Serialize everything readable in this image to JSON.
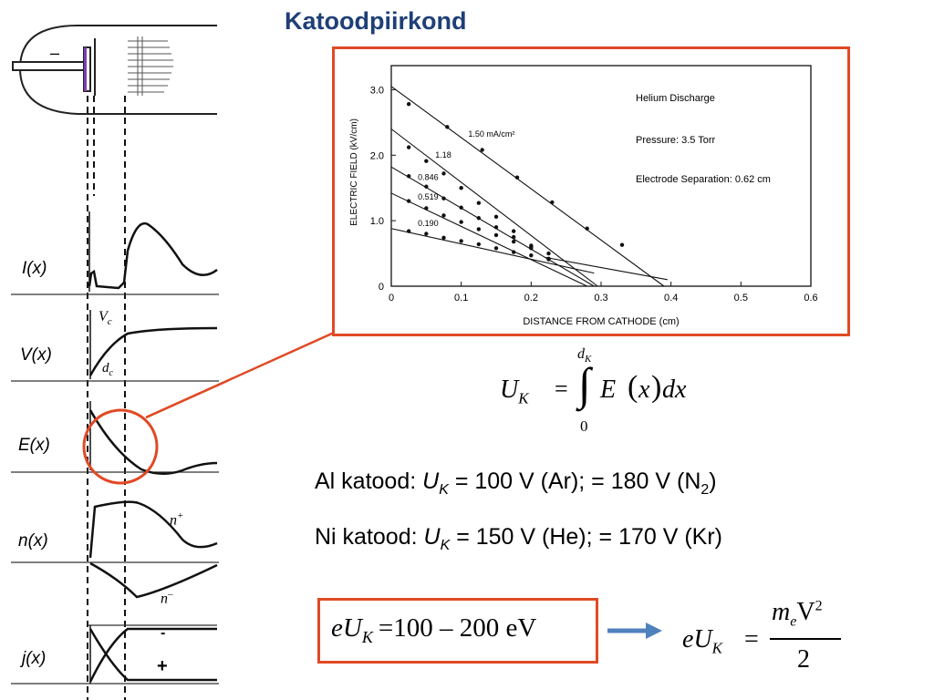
{
  "title": "Katoodpiirkond",
  "left_diagram": {
    "tube_minus": "–",
    "profiles": [
      {
        "label": "I(x)"
      },
      {
        "label": "V(x)"
      },
      {
        "label": "E(x)"
      },
      {
        "label": "n(x)"
      },
      {
        "label": "j(x)"
      }
    ],
    "vc_label": "V",
    "vc_sub": "c",
    "dc_label": "d",
    "dc_sub": "c",
    "n_plus": "n",
    "n_plus_sup": "+",
    "n_minus": "n",
    "n_minus_sup": "–",
    "j_minus": "-",
    "j_plus": "+",
    "accent": "#e04a25"
  },
  "chart_data": {
    "type": "scatter",
    "xlabel": "DISTANCE FROM CATHODE (cm)",
    "ylabel": "ELECTRIC FIELD (kV/cm)",
    "xlim": [
      0,
      0.6
    ],
    "ylim": [
      0,
      3.2
    ],
    "xticks": [
      "0",
      "0.1",
      "0.2",
      "0.3",
      "0.4",
      "0.5",
      "0.6"
    ],
    "yticks": [
      "0",
      "1.0",
      "2.0",
      "3.0"
    ],
    "annotations": [
      "Helium Discharge",
      "Pressure: 3.5 Torr",
      "Electrode Separation: 0.62 cm"
    ],
    "series": [
      {
        "name": "1.50 mA/cm²",
        "line": [
          [
            0,
            3.05
          ],
          [
            0.39,
            0
          ]
        ],
        "points": [
          [
            0.025,
            2.78
          ],
          [
            0.08,
            2.43
          ],
          [
            0.13,
            2.08
          ],
          [
            0.18,
            1.66
          ],
          [
            0.23,
            1.28
          ],
          [
            0.28,
            0.88
          ],
          [
            0.33,
            0.63
          ]
        ]
      },
      {
        "name": "1.18",
        "line": [
          [
            0,
            2.4
          ],
          [
            0.295,
            0
          ]
        ],
        "points": [
          [
            0.025,
            2.12
          ],
          [
            0.05,
            1.91
          ],
          [
            0.075,
            1.72
          ],
          [
            0.1,
            1.5
          ],
          [
            0.125,
            1.27
          ],
          [
            0.15,
            1.06
          ],
          [
            0.175,
            0.84
          ],
          [
            0.2,
            0.62
          ],
          [
            0.225,
            0.42
          ]
        ]
      },
      {
        "name": "0.846",
        "line": [
          [
            0,
            1.82
          ],
          [
            0.29,
            0
          ]
        ],
        "points": [
          [
            0.025,
            1.68
          ],
          [
            0.05,
            1.52
          ],
          [
            0.075,
            1.34
          ],
          [
            0.1,
            1.2
          ],
          [
            0.125,
            1.04
          ],
          [
            0.15,
            0.9
          ],
          [
            0.175,
            0.75
          ],
          [
            0.2,
            0.6
          ]
        ]
      },
      {
        "name": "0.519",
        "line": [
          [
            0,
            1.42
          ],
          [
            0.28,
            0
          ]
        ],
        "points": [
          [
            0.025,
            1.3
          ],
          [
            0.05,
            1.19
          ],
          [
            0.075,
            1.08
          ],
          [
            0.1,
            0.98
          ],
          [
            0.125,
            0.87
          ],
          [
            0.15,
            0.78
          ],
          [
            0.175,
            0.68
          ],
          [
            0.2,
            0.58
          ],
          [
            0.225,
            0.5
          ]
        ]
      },
      {
        "name": "0.190",
        "line": [
          [
            0,
            0.88
          ],
          [
            0.29,
            0.2
          ]
        ],
        "points": [
          [
            0.025,
            0.84
          ],
          [
            0.05,
            0.8
          ],
          [
            0.075,
            0.74
          ],
          [
            0.1,
            0.69
          ],
          [
            0.125,
            0.64
          ],
          [
            0.15,
            0.58
          ],
          [
            0.175,
            0.52
          ],
          [
            0.2,
            0.47
          ],
          [
            0.225,
            0.41
          ]
        ]
      }
    ],
    "extra_line": [
      [
        0.22,
        0.44
      ],
      [
        0.395,
        0.1
      ]
    ]
  },
  "formula_integral": {
    "lhs": "U",
    "lhs_sub": "K",
    "eq": "=",
    "upper": "d",
    "upper_sub": "K",
    "lower": "0",
    "integrand": "E",
    "arg": "x",
    "dx": "dx"
  },
  "lines": [
    {
      "prefix": "Al katood: ",
      "var": "U",
      "sub": "K",
      "rest": " = 100 V (Ar); = 180 V (N",
      "rest_sub": "2",
      "tail": ")"
    },
    {
      "prefix": "Ni katood: ",
      "var": "U",
      "sub": "K",
      "rest": " = 150 V (He); = 170 V (Kr)",
      "rest_sub": "",
      "tail": ""
    }
  ],
  "formula_box": {
    "e": "e",
    "u": "U",
    "sub": "K",
    "rhs": "=100 – 200  eV"
  },
  "formula_energy": {
    "lhs_e": "e",
    "lhs_u": "U",
    "lhs_sub": "K",
    "eq": "=",
    "num_m": "m",
    "num_sub": "e",
    "num_v": "V",
    "num_sup": "2",
    "den": "2"
  },
  "colors": {
    "title": "#1f3f77",
    "box": "#e04a25",
    "arrow": "#4f81bd"
  }
}
